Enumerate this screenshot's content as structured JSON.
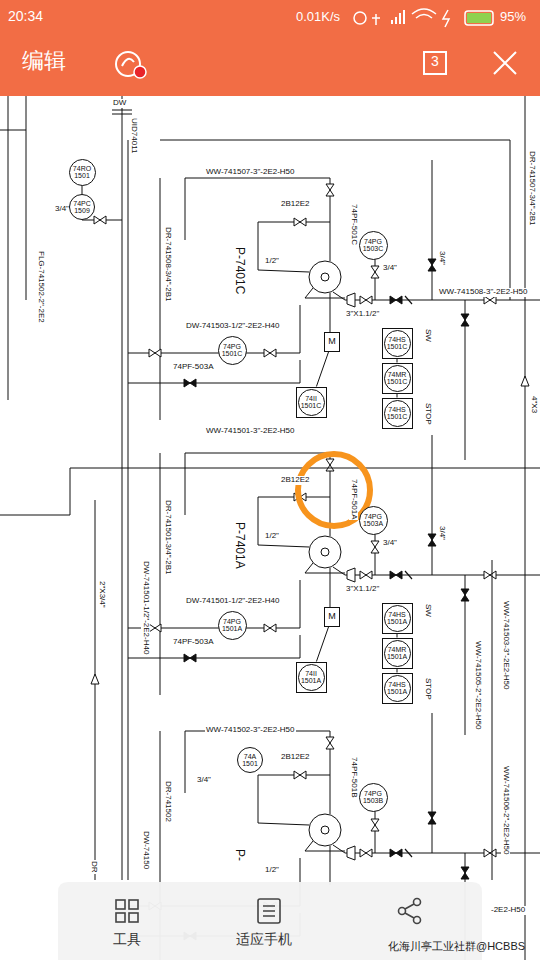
{
  "diagram": {
    "nodes": [
      {
        "text": [
          "74RO 1501"
        ]
      },
      {
        "text": [
          "74PC 1509"
        ]
      },
      {
        "text": [
          "74PG 1503C"
        ]
      },
      {
        "text": [
          "74HS 1501C"
        ]
      },
      {
        "text": [
          "74MR 1501C"
        ]
      },
      {
        "text": [
          "74HS 1501C"
        ]
      },
      {
        "text": [
          "74PG 1501C"
        ]
      },
      {
        "text": [
          "M"
        ]
      },
      {
        "text": [
          "74II 1501C"
        ]
      },
      {
        "text": [
          "74PG 1503A"
        ]
      },
      {
        "text": [
          "74HS 1501A"
        ]
      },
      {
        "text": [
          "74MR 1501A"
        ]
      },
      {
        "text": [
          "74HS 1501A"
        ]
      },
      {
        "text": [
          "74PG 1501A"
        ]
      },
      {
        "text": [
          "M"
        ]
      },
      {
        "text": [
          "74II 1501A"
        ]
      },
      {
        "text": [
          "74A 1501"
        ]
      },
      {
        "text": [
          "74PG 1503B"
        ]
      }
    ],
    "edges": [
      {
        "from": 3,
        "to": 4,
        "arrow": "none"
      },
      {
        "from": 4,
        "to": 5,
        "arrow": "none"
      },
      {
        "from": 7,
        "to": 8,
        "arrow": "none"
      },
      {
        "from": 10,
        "to": 11,
        "arrow": "none"
      },
      {
        "from": 11,
        "to": 12,
        "arrow": "none"
      },
      {
        "from": 14,
        "to": 15,
        "arrow": "none"
      }
    ],
    "labels": [
      "20:34",
      "0.01K/s",
      "95%",
      "编辑",
      "3",
      "DW",
      "UID74011",
      "FLG-741502-2\"-2E2",
      "3/4\"",
      "WW-741507-3\"-2E2-H50",
      "2B12E2",
      "74PF-501C",
      "P-7401C",
      "1/2\"",
      "3/4\"",
      "3/4\"",
      "WW-741508-3\"-2E2-H50",
      "DR-741507-3/4\"-2B1",
      "DR-741508-3/4\"-2B1",
      "3\"X1.1/2\"",
      "SW",
      "STOP",
      "DW-741503-1/2\"-2E2-H40",
      "74PF-503A",
      "WW-741501-3\"-2E2-H50",
      "4\"X3",
      "2B12E2",
      "74PF-501A",
      "P-7401A",
      "1/2\"",
      "3/4\"",
      "3/4\"",
      "3\"X1.1/2\"",
      "SW",
      "STOP",
      "DR-741501-3/4\"-2B1",
      "DW-741501-1/2\"-2E2-H40",
      "DW-741501-1/2\"-2E2-H40",
      "74PF-503A",
      "2\"X3/4\"",
      "WW-741503-3\"-2E2-H50",
      "WW-741505-2\"-2E2-H50",
      "WW-741506-2\"-2E2-H50",
      "WW-741502-3\"-2E2-H50",
      "3/4\"",
      "2B12E2",
      "74PF-501B",
      "DR-741502",
      "DW-74150",
      "P-",
      "1/2\"",
      "-2E2-H50",
      "DR",
      "工具",
      "适应手机",
      "化海川亭工业社群@HCBBS"
    ]
  }
}
